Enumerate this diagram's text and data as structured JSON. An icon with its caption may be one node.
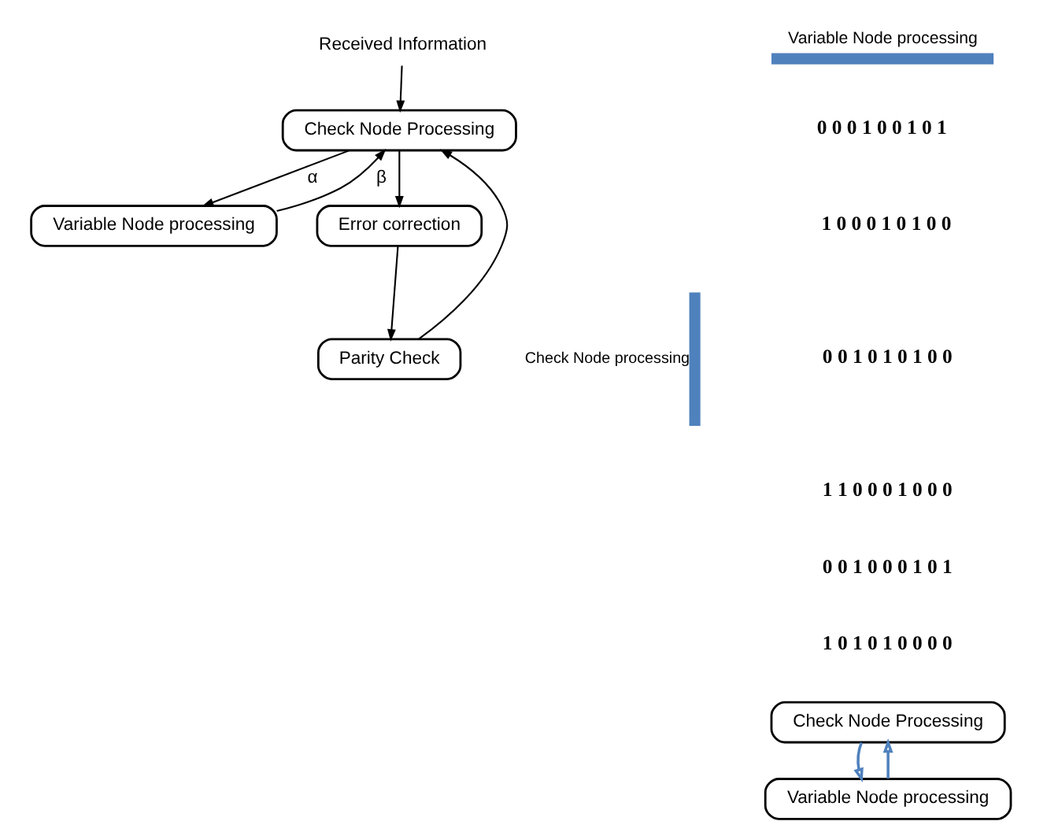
{
  "diagram": {
    "nodes": [
      {
        "text": [
          "Received Information"
        ]
      },
      {
        "text": [
          "Check Node Processing"
        ]
      },
      {
        "text": [
          "Variable Node processing"
        ]
      },
      {
        "text": [
          "Error correction"
        ]
      },
      {
        "text": [
          "Parity Check"
        ]
      },
      {
        "text": [
          "Check Node Processing"
        ]
      },
      {
        "text": [
          "Variable Node processing"
        ]
      }
    ],
    "edges": [
      {
        "from": 0,
        "to": 1,
        "arrow": "to"
      },
      {
        "from": 1,
        "to": 2,
        "arrow": "to",
        "label": "α"
      },
      {
        "from": 1,
        "to": 3,
        "arrow": "to"
      },
      {
        "from": 2,
        "to": 1,
        "arrow": "to",
        "label": "β"
      },
      {
        "from": 3,
        "to": 4,
        "arrow": "to"
      },
      {
        "from": 4,
        "to": 1,
        "arrow": "to"
      },
      {
        "from": 5,
        "to": 6,
        "arrow": "to",
        "color": "#4f81bd"
      },
      {
        "from": 6,
        "to": 5,
        "arrow": "to",
        "color": "#4f81bd"
      }
    ],
    "labels": [
      "Variable Node processing",
      "Check Node processing",
      "0 0 0 1 0 0 1 0 1",
      "1 0 0 0 1 0 1 0 0",
      "0 0 1 0 1 0 1 0 0",
      "1 1 0 0 0 1 0 0 0",
      "0 0 1 0 0 0 1 0 1",
      "1 0 1 0 1 0 0 0 0"
    ]
  }
}
